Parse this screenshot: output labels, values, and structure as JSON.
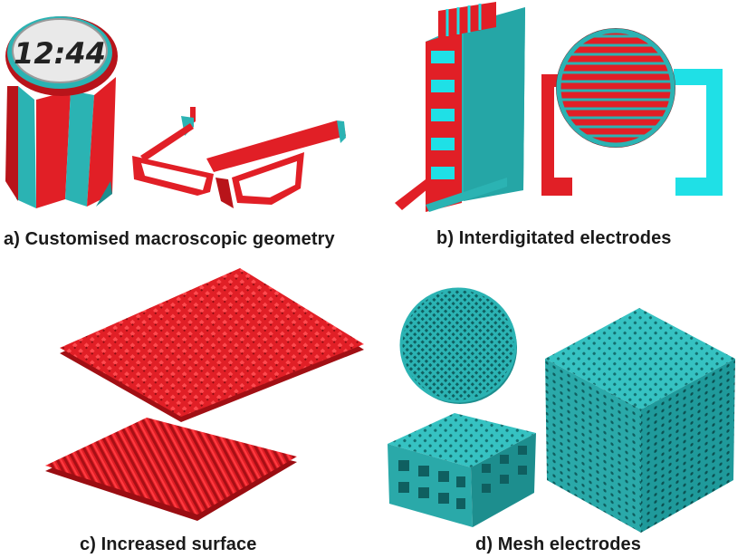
{
  "captions": {
    "a": "a) Customised macroscopic geometry",
    "b": "b) Interdigitated electrodes",
    "c": "c) Increased surface",
    "d": "d) Mesh electrodes"
  },
  "watch": {
    "time": "12:44"
  },
  "colors": {
    "red": "#e11f26",
    "red_dark": "#b8141a",
    "teal": "#2bb3b3",
    "teal_dark": "#1d8e8e",
    "cyan": "#1fe0e6",
    "face": "#e9e9e9",
    "text": "#1a1a1a"
  },
  "icons": {
    "watch": "wristwatch-model",
    "glasses": "eyeglasses-model",
    "comb": "interdigitated-comb-electrode",
    "circle": "circular-interdigitated-electrode",
    "pillar": "pillar-array-surface",
    "ridge": "ridged-surface",
    "disc": "mesh-disc",
    "block": "lattice-block",
    "cube": "mesh-cube"
  }
}
